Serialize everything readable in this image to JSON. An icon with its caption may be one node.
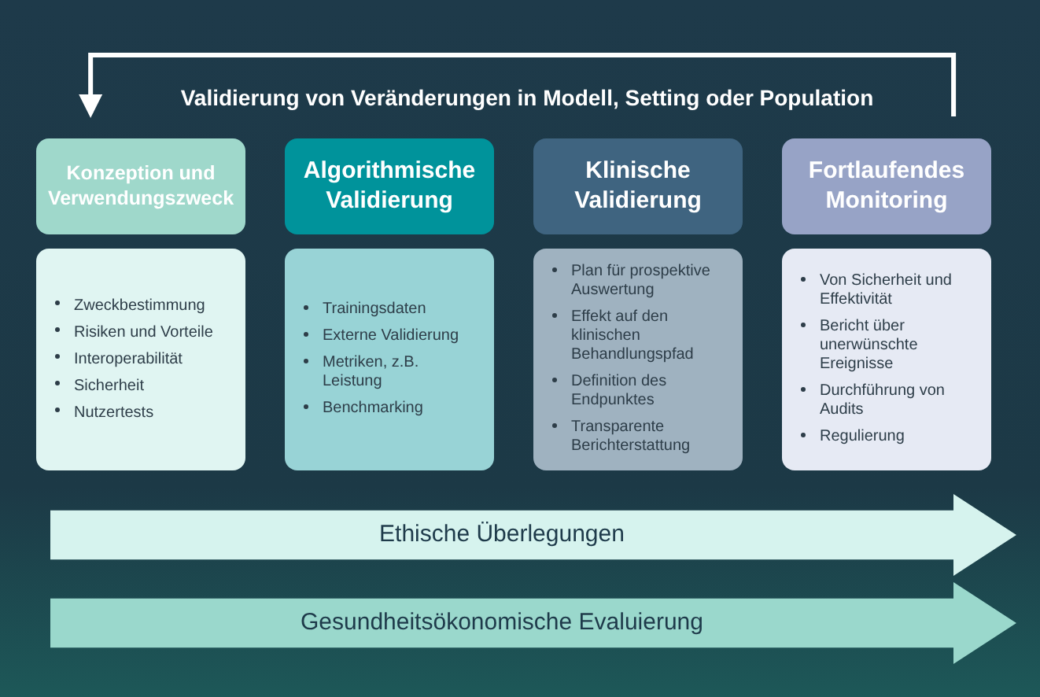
{
  "diagram": {
    "nodes": [
      {
        "text": [
          "Konzeption und Verwendungszweck"
        ]
      },
      {
        "text": [
          "Algorithmische Validierung"
        ]
      },
      {
        "text": [
          "Klinische Validierung"
        ]
      },
      {
        "text": [
          "Fortlaufendes Monitoring"
        ]
      },
      {
        "text": [
          "Zweckbestimmung",
          "Risiken und Vorteile",
          "Interoperabilität",
          "Sicherheit",
          "Nutzertests"
        ]
      },
      {
        "text": [
          "Trainingsdaten",
          "Externe Validierung",
          "Metriken, z.B. Leistung",
          "Benchmarking"
        ]
      },
      {
        "text": [
          "Plan für prospektive Auswertung",
          "Effekt auf den klinischen Behandlungspfad",
          "Definition des Endpunktes",
          "Transparente Berichterstattung"
        ]
      },
      {
        "text": [
          "Von Sicherheit und Effektivität",
          "Bericht über unerwünschte Ereignisse",
          "Durchführung von Audits",
          "Regulierung"
        ]
      },
      {
        "text": [
          "Ethische Überlegungen"
        ]
      },
      {
        "text": [
          "Gesundheitsökonomische Evaluierung"
        ]
      }
    ],
    "edges": [
      {
        "from": 3,
        "to": 0,
        "arrow": "to",
        "label": "Validierung von Veränderungen in Modell, Setting oder Population"
      }
    ]
  }
}
